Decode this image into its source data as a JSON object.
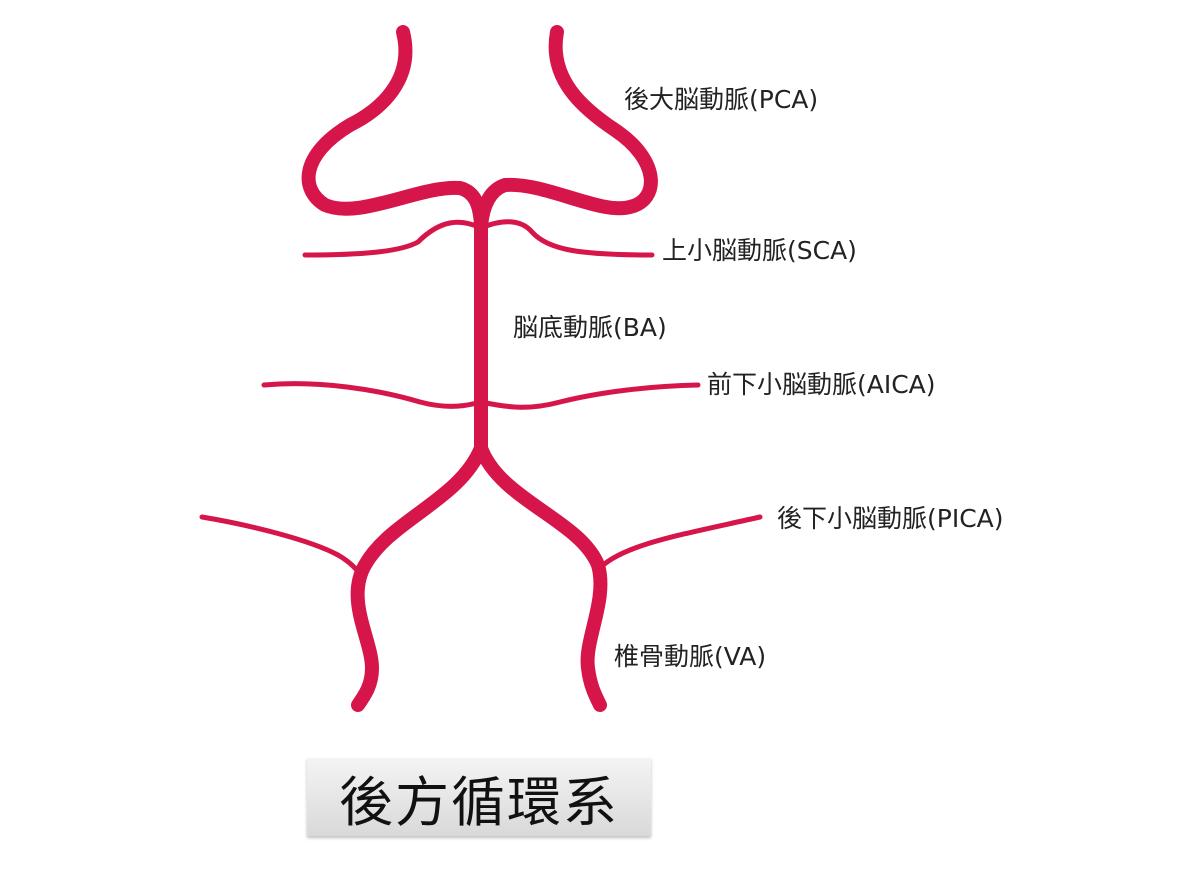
{
  "title": "後方循環系",
  "vessel_color": "#d6154a",
  "labels": {
    "pca": "後大脳動脈(PCA)",
    "sca": "上小脳動脈(SCA)",
    "ba": "脳底動脈(BA)",
    "aica": "前下小脳動脈(AICA)",
    "pica": "後下小脳動脈(PICA)",
    "va": "椎骨動脈(VA)"
  }
}
